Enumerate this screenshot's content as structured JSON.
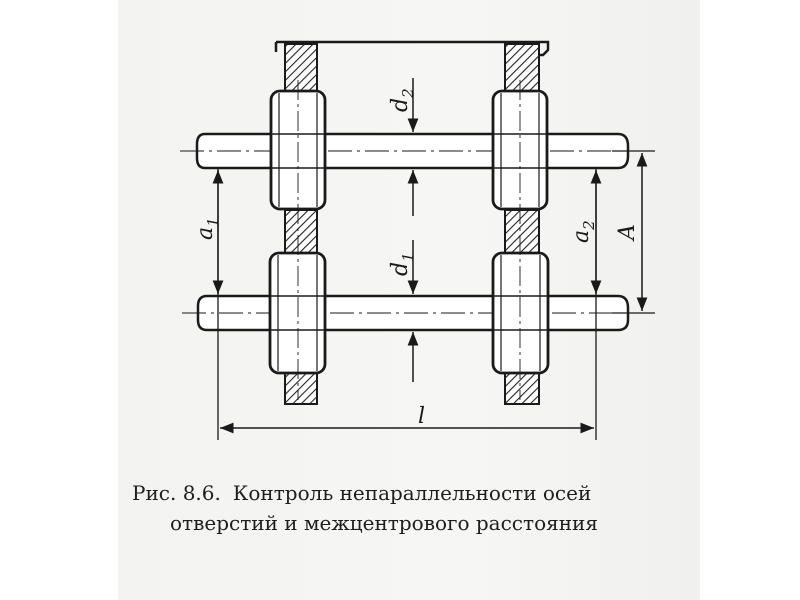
{
  "labels": {
    "d2": "d",
    "d2_sub": "2",
    "d1": "d",
    "d1_sub": "1",
    "a1": "a",
    "a1_sub": "1",
    "a2": "a",
    "a2_sub": "2",
    "A": "A",
    "l": "l"
  },
  "caption": {
    "fig_number": "Рис. 8.6.",
    "line1": "Контроль непараллельности осей",
    "line2": "отверстий и межцентрового расстояния"
  }
}
